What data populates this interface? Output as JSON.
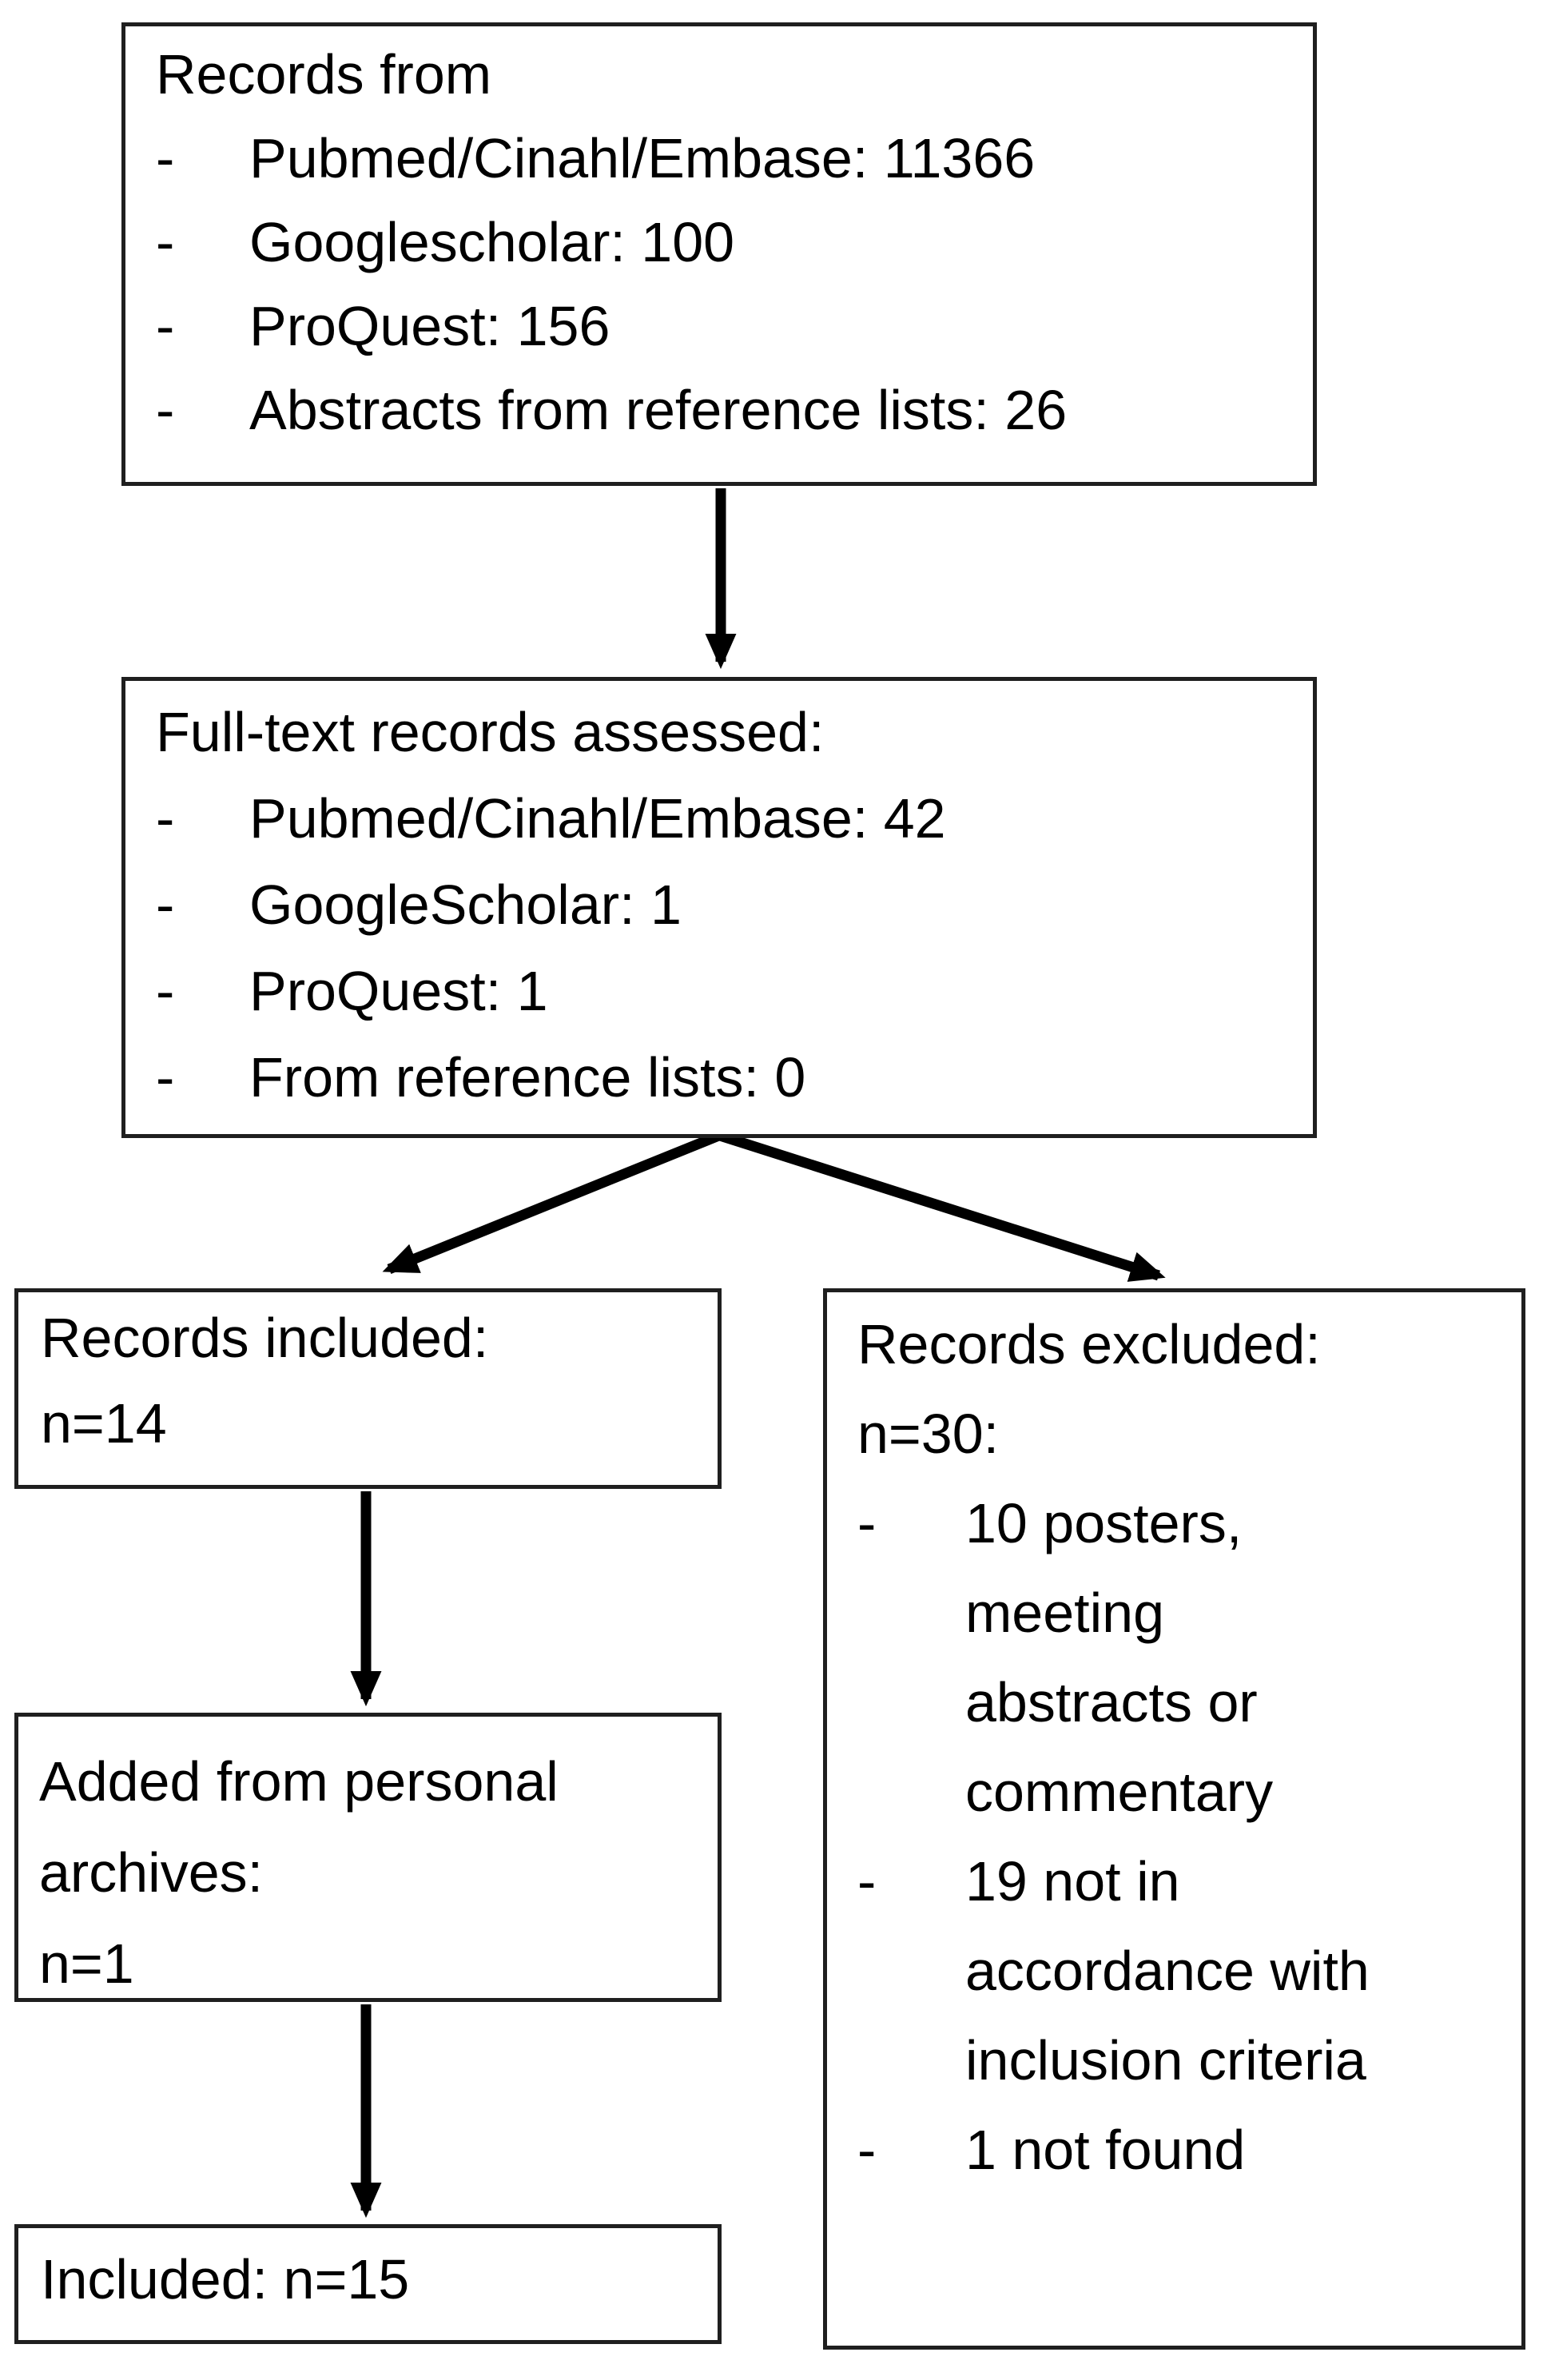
{
  "bullet": "-",
  "colors": {
    "border": "#1f1f1f",
    "text": "#000000",
    "arrow": "#000000",
    "background": "#ffffff"
  },
  "boxes": {
    "records_from": {
      "title": "Records from",
      "items": [
        "Pubmed/Cinahl/Embase: 11366",
        "Googlescholar: 100",
        "ProQuest: 156",
        "Abstracts from reference lists: 26"
      ]
    },
    "full_text_assessed": {
      "title": "Full-text records assessed:",
      "items": [
        "Pubmed/Cinahl/Embase: 42",
        "GoogleScholar: 1",
        "ProQuest: 1",
        "From reference lists: 0"
      ]
    },
    "records_included": {
      "line1": "Records included:",
      "line2": "n=14"
    },
    "records_excluded": {
      "title": "Records excluded:",
      "subtitle": "n=30:",
      "items": [
        "10 posters,\nmeeting\nabstracts or\ncommentary",
        "19 not in\naccordance with\ninclusion criteria",
        "1 not found"
      ]
    },
    "personal_archives": {
      "line1": "Added from personal archives:",
      "line2": "n=1"
    },
    "final_included": {
      "line1": "Included: n=15"
    }
  }
}
